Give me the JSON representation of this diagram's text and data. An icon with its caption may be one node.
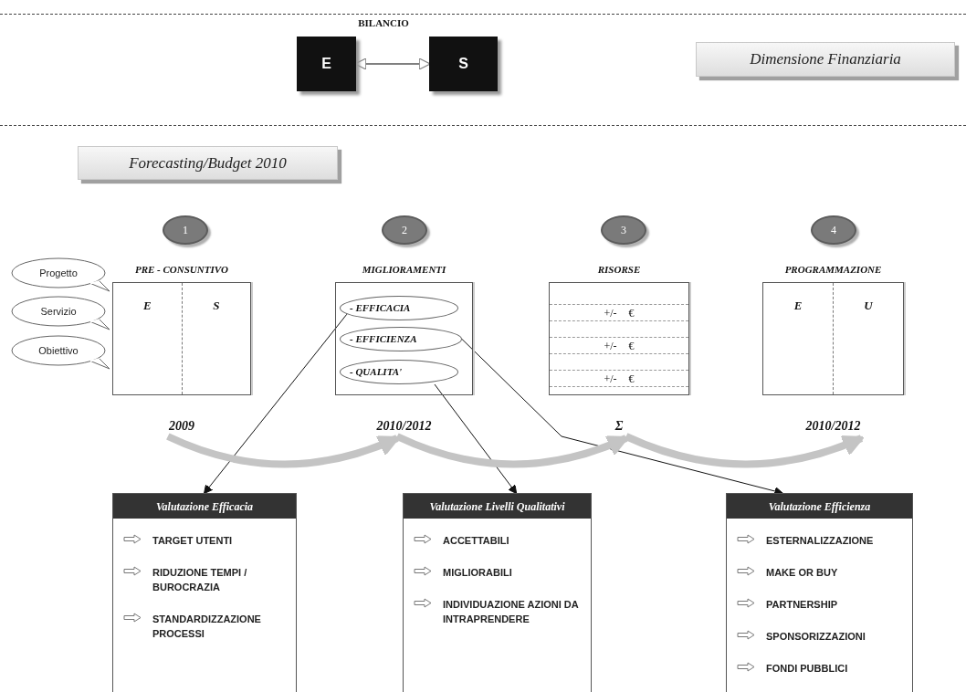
{
  "diagram": {
    "nodes": [
      {
        "text": [
          "E"
        ]
      },
      {
        "text": [
          "S"
        ]
      },
      {
        "text": [
          "Dimensione Finanziaria"
        ]
      },
      {
        "text": [
          "Forecasting/Budget 2010"
        ]
      },
      {
        "text": [
          "1"
        ]
      },
      {
        "text": [
          "2"
        ]
      },
      {
        "text": [
          "3"
        ]
      },
      {
        "text": [
          "4"
        ]
      },
      {
        "text": [
          "Progetto"
        ]
      },
      {
        "text": [
          "Servizio"
        ]
      },
      {
        "text": [
          "Obiettivo"
        ]
      },
      {
        "text": [
          "PRE - CONSUNTIVO",
          "E",
          "S"
        ],
        "beside": [
          "2009"
        ]
      },
      {
        "text": [
          "MIGLIORAMENTI"
        ],
        "beside": [
          "2010/2012"
        ]
      },
      {
        "text": [
          "- EFFICACIA"
        ],
        "in": 12
      },
      {
        "text": [
          "- EFFICIENZA"
        ],
        "in": 12
      },
      {
        "text": [
          "- QUALITA'"
        ],
        "in": 12
      },
      {
        "text": [
          "RISORSE",
          "+/- €",
          "+/- €",
          "+/- €"
        ],
        "beside": [
          "Σ"
        ]
      },
      {
        "text": [
          "PROGRAMMAZIONE",
          "E",
          "U"
        ],
        "beside": [
          "2010/2012"
        ]
      },
      {
        "text": [
          "Valutazione Efficacia",
          "TARGET UTENTI",
          "RIDUZIONE TEMPI / BUROCRAZIA",
          "STANDARDIZZAZIONE PROCESSI"
        ]
      },
      {
        "text": [
          "Valutazione Livelli Qualitativi",
          "ACCETTABILI",
          "MIGLIORABILI",
          "INDIVIDUAZIONE AZIONI DA INTRAPRENDERE"
        ]
      },
      {
        "text": [
          "Valutazione Efficienza",
          "ESTERNALIZZAZIONE",
          "MAKE OR BUY",
          "PARTNERSHIP",
          "SPONSORIZZAZIONI",
          "FONDI PUBBLICI"
        ]
      }
    ],
    "edges": [
      {
        "from": 0,
        "to": 1,
        "arrow": "both",
        "color": "#808080"
      },
      {
        "from": 13,
        "to": 18,
        "arrow": "to"
      },
      {
        "from": 14,
        "to": 20,
        "arrow": "to"
      },
      {
        "from": 15,
        "to": 19,
        "arrow": "to"
      },
      {
        "from": 11,
        "to": 12,
        "arrow": "to",
        "style": "thick",
        "color": "#c4c4c4"
      },
      {
        "from": 12,
        "to": 16,
        "arrow": "to",
        "style": "thick",
        "color": "#c4c4c4"
      },
      {
        "from": 16,
        "to": 17,
        "arrow": "to",
        "style": "thick",
        "color": "#c4c4c4"
      }
    ],
    "labels": [
      "BILANCIO"
    ]
  }
}
